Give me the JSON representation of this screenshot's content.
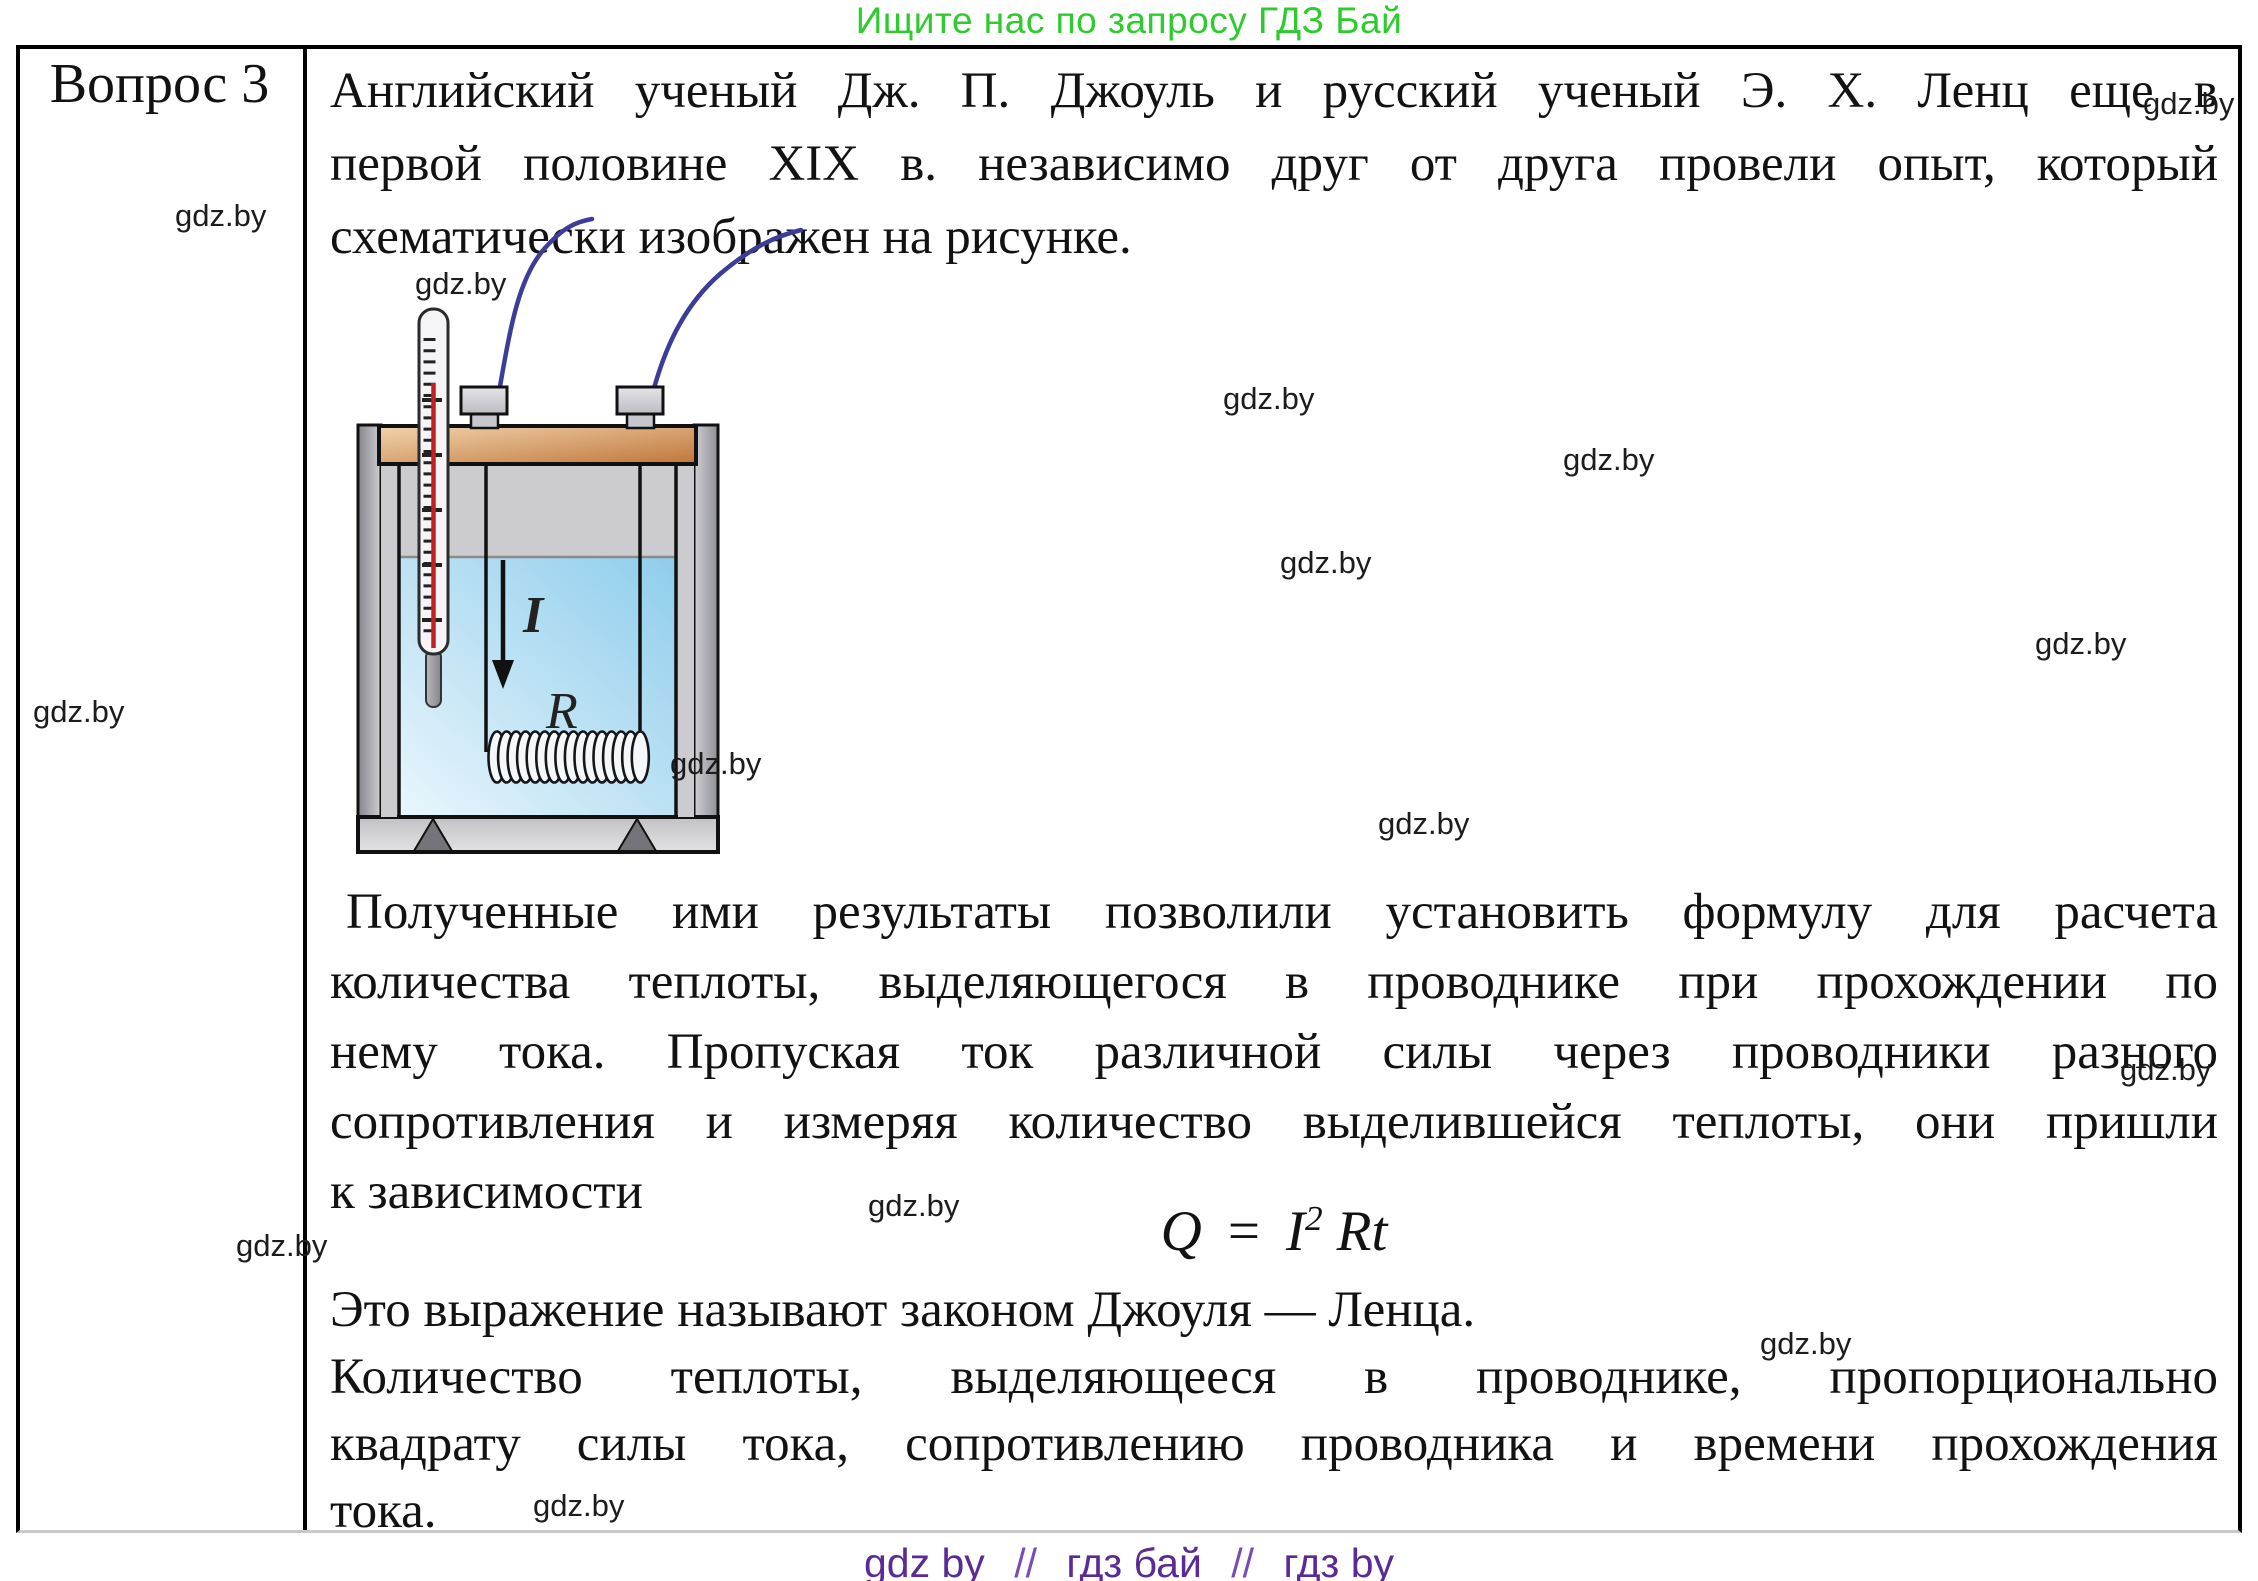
{
  "header": {
    "promo": "Ищите нас по запросу ГДЗ Бай"
  },
  "watermark": {
    "text": "gdz.by"
  },
  "table": {
    "question_label": "Вопрос 3",
    "paragraph1": [
      "Английский ученый Дж. П. Джоуль и русский ученый Э. Х. Ленц еще в",
      "первой половине XIX в. независимо друг от друга провели опыт, который",
      "схематически изображен на рисунке."
    ],
    "paragraph2": [
      "Полученные ими результаты позволили установить формулу для расчета",
      "количества теплоты, выделяющегося в проводнике при прохождении по",
      "нему тока. Пропуская ток различной силы через проводники разного",
      "сопротивления и измеряя количество выделившейся теплоты, они пришли",
      "к зависимости"
    ],
    "formula": {
      "lhs": "Q",
      "eq": "=",
      "base": "I",
      "sup": "2",
      "rest": "Rt"
    },
    "paragraph3": [
      "Это выражение называют законом Джоуля — Ленца.",
      "Количество теплоты, выделяющееся в проводнике, пропорционально",
      "квадрату силы тока, сопротивлению проводника и времени прохождения",
      "тока."
    ]
  },
  "figure": {
    "current_label": "I",
    "resistance_label": "R"
  },
  "footer": {
    "parts": [
      "gdz by",
      "//",
      "гдз бай",
      "//",
      "гдз by"
    ]
  },
  "colors": {
    "promo_green": "#2dcb2d",
    "footer_purple": "#5a2b96",
    "wire_navy": "#3c3c99",
    "water_blue": "#9ed5f0",
    "lid_brown": "#c0763a",
    "thermometer_red": "#c32222"
  }
}
